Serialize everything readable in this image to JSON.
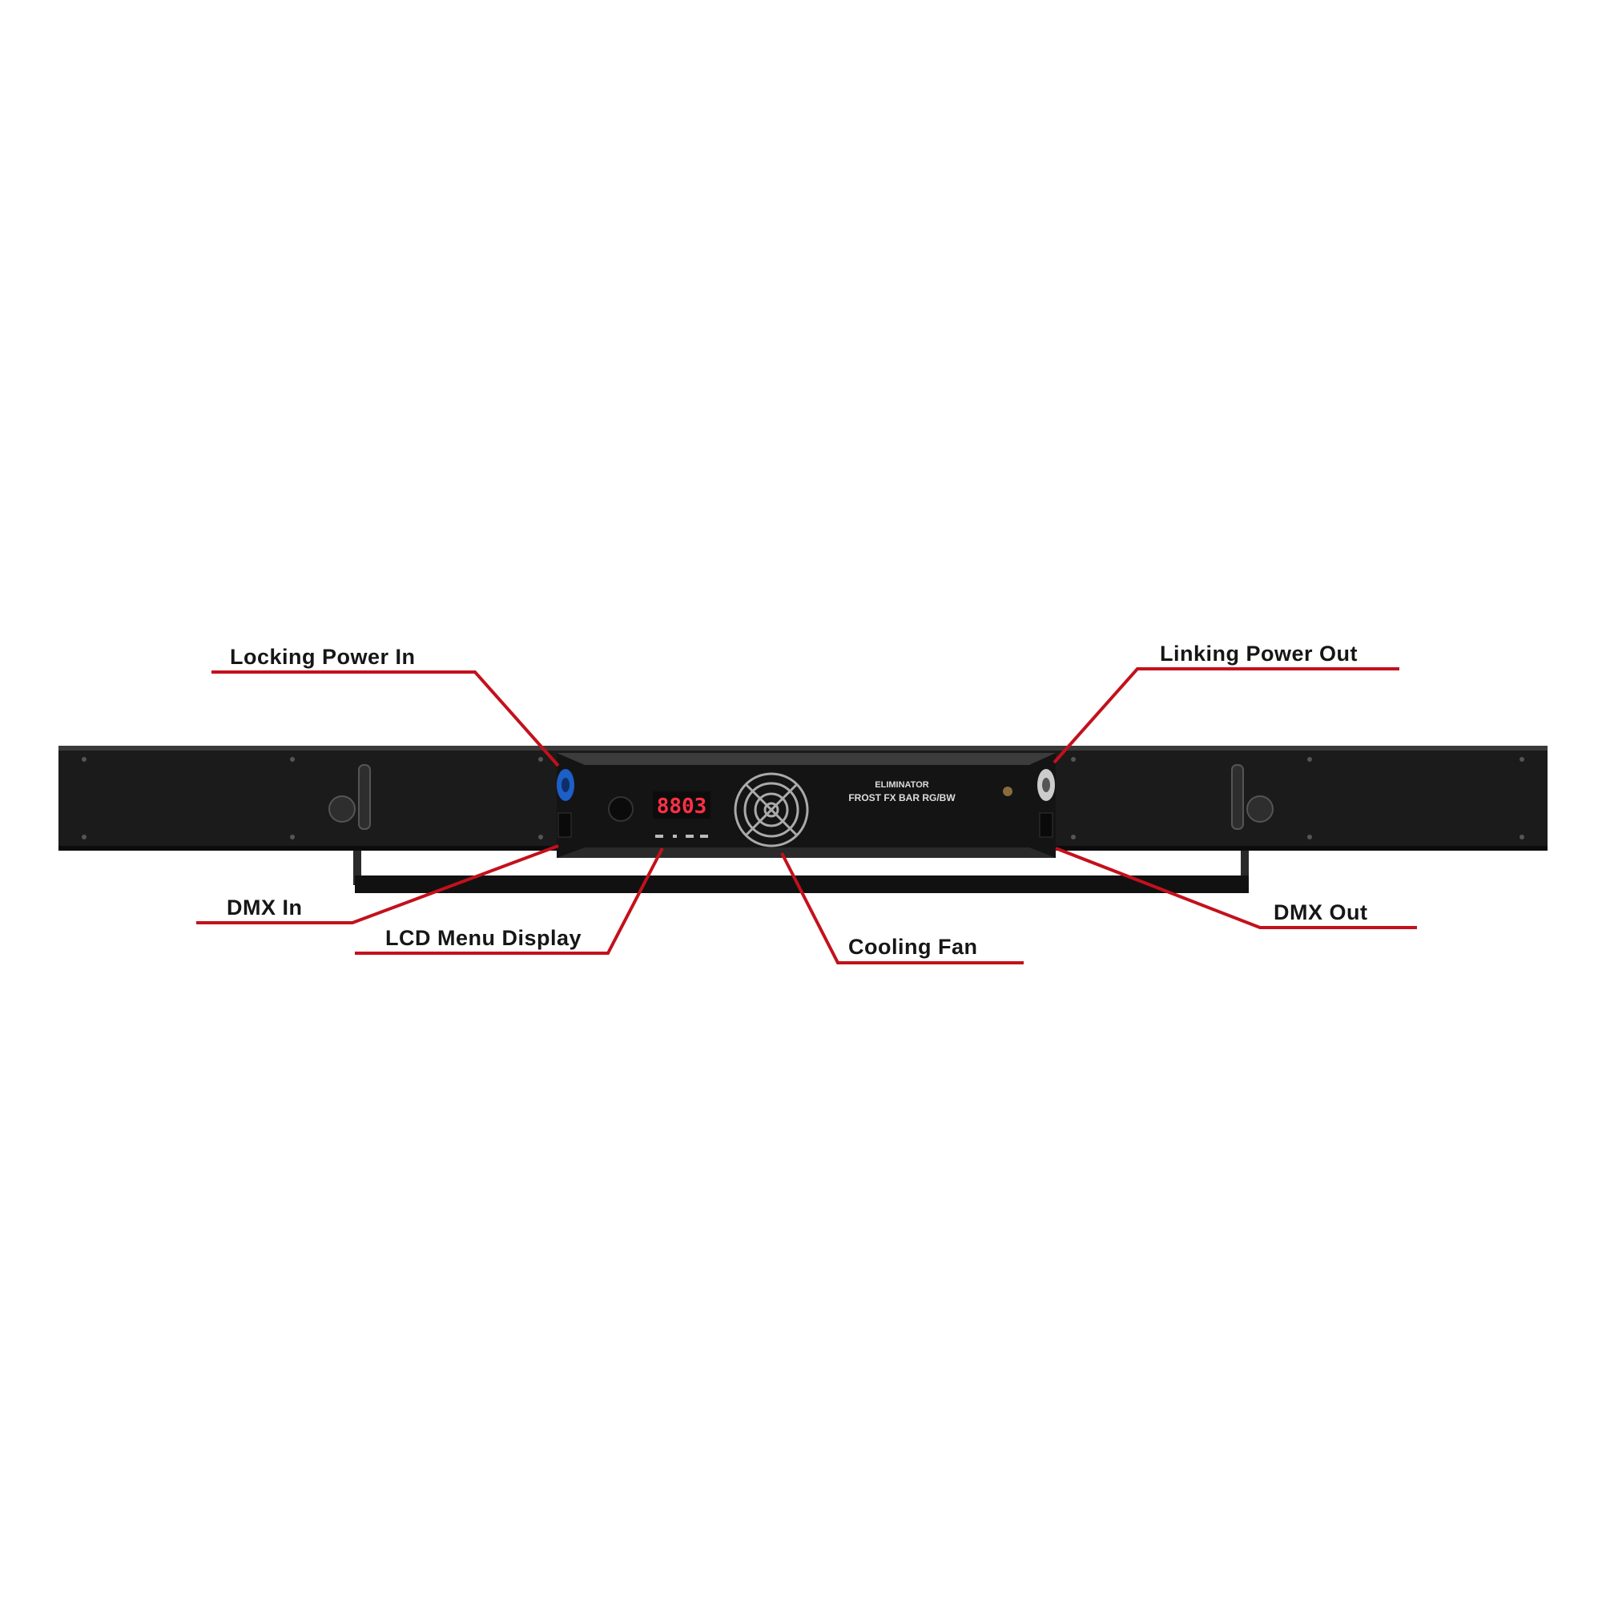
{
  "callouts": {
    "locking_power_in": "Locking Power In",
    "linking_power_out": "Linking Power Out",
    "dmx_in": "DMX In",
    "lcd_menu_display": "LCD Menu Display",
    "cooling_fan": "Cooling Fan",
    "dmx_out": "DMX Out"
  },
  "device": {
    "brand": "ELIMINATOR",
    "model": "FROST FX BAR RG/BW",
    "display_readout": "8803"
  },
  "colors": {
    "leader_line": "#c3111c",
    "device_body": "#1a1a1a",
    "label_text": "#161616"
  }
}
